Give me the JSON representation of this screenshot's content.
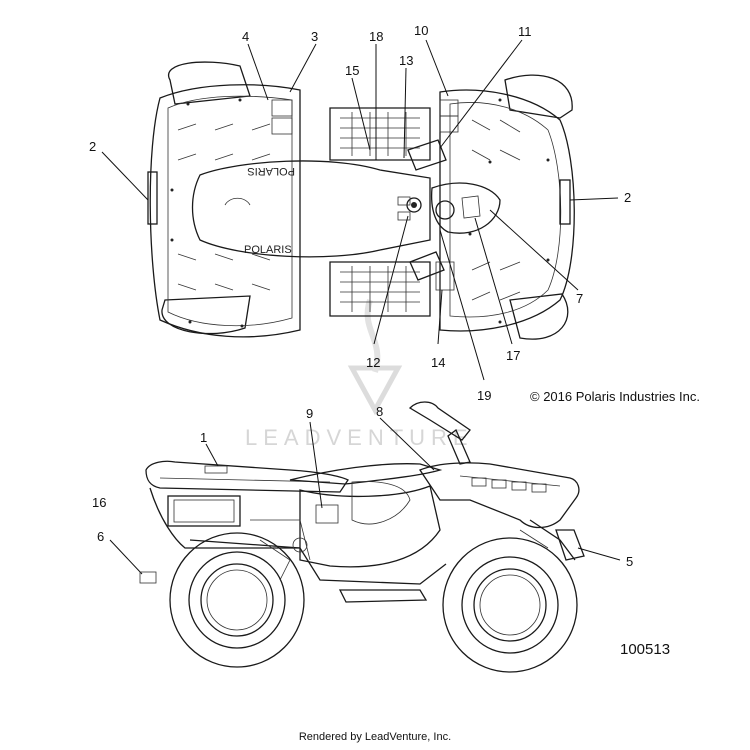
{
  "diagram": {
    "copyright": "© 2016 Polaris Industries Inc.",
    "figure_number": "100513",
    "footer": "Rendered by LeadVenture, Inc.",
    "watermark": "LEADVENTURE",
    "logo_text": "POLARIS",
    "callouts": {
      "c1": "1",
      "c2a": "2",
      "c2b": "2",
      "c3": "3",
      "c4": "4",
      "c5": "5",
      "c6": "6",
      "c7": "7",
      "c8": "8",
      "c9": "9",
      "c10": "10",
      "c11": "11",
      "c12": "12",
      "c13": "13",
      "c14": "14",
      "c15": "15",
      "c16": "16",
      "c17": "17",
      "c18": "18",
      "c19": "19"
    }
  }
}
